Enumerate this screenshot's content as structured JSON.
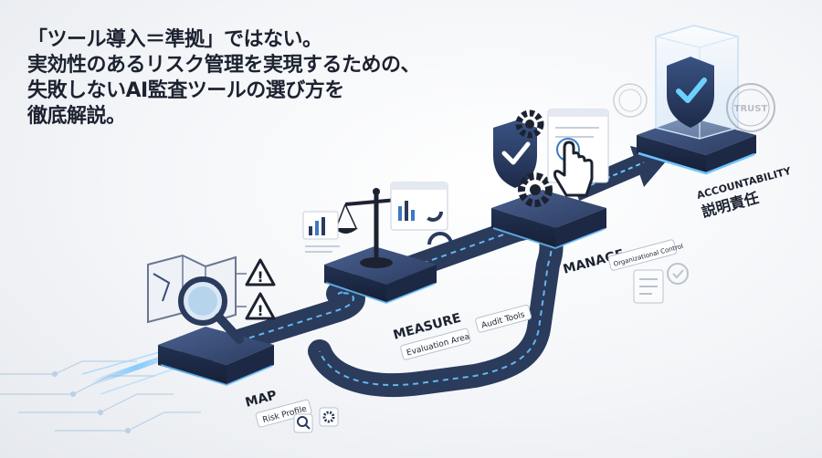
{
  "headline": {
    "line1": "「ツール導入＝準拠」ではない。",
    "line2": "実効性のあるリスク管理を実現するための、",
    "line3": "失敗しないAI監査ツールの選び方を",
    "line4": "徹底解説。"
  },
  "stages": {
    "map": {
      "title": "MAP",
      "tag": "Risk Profile"
    },
    "measure": {
      "title": "MEASURE",
      "tag1": "Evaluation Area",
      "tag2": "Audit Tools"
    },
    "manage": {
      "title": "MANAGE",
      "tag": "Organizational Control"
    },
    "accountability": {
      "title": "ACCOUNTABILITY",
      "subtitle": "説明責任"
    }
  },
  "badges": {
    "trust": "TRUST"
  },
  "icons": [
    "map-icon",
    "magnifier-icon",
    "warning-icon",
    "scale-icon",
    "chart-icon",
    "shield-check-icon",
    "gear-icon",
    "pointer-hand-icon",
    "checklist-icon"
  ],
  "colors": {
    "block": "#283a5c",
    "block_top": "#3a4f78",
    "track": "#2c3c5e",
    "glow": "#4aa8ff",
    "text_dark": "#1c2230"
  }
}
